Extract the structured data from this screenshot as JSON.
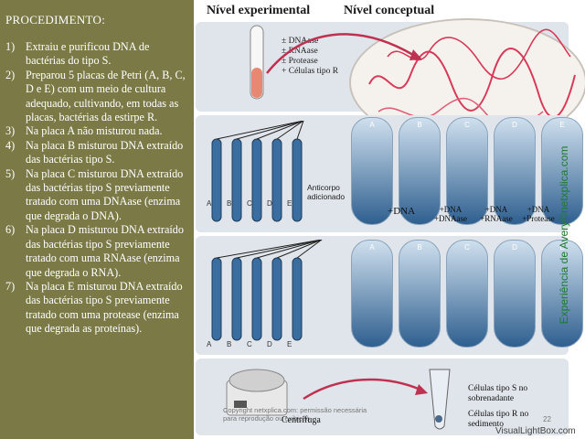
{
  "procedure": {
    "title": "PROCEDIMENTO:",
    "steps": [
      {
        "num": "1)",
        "text": "Extraiu e purificou DNA de bactérias do tipo S."
      },
      {
        "num": "2)",
        "text": "Preparou 5 placas de Petri (A, B, C, D e E) com um meio de cultura adequado, cultivando, em todas as placas, bactérias da estirpe R."
      },
      {
        "num": "3)",
        "text": "Na placa A não misturou nada."
      },
      {
        "num": "4)",
        "text": "Na placa B misturou DNA extraído das bactérias tipo S."
      },
      {
        "num": "5)",
        "text": "Na placa C misturou DNA extraído das bactérias tipo S previamente tratado com uma DNAase (enzima que degrada o DNA)."
      },
      {
        "num": "6)",
        "text": "Na placa D misturou DNA extraído das bactérias tipo S previamente tratado com uma RNAase (enzima que degrada o RNA)."
      },
      {
        "num": "7)",
        "text": "Na placa E misturou DNA extraído das bactérias tipo S previamente tratado com uma protease (enzima que degrada as proteínas)."
      }
    ]
  },
  "figure": {
    "header_experimental": "Nível experimental",
    "header_conceptual": "Nível conceptual",
    "enzymes": [
      "± DNAase",
      "± RNAase",
      "± Protease",
      "+ Células tipo R"
    ],
    "side_label": "Experiência de Avery©netxplica.com",
    "antibody_label": "Anticorpo adicionado",
    "tube_letters": [
      "A",
      "B",
      "C",
      "D",
      "E"
    ],
    "plate_letters": [
      "A",
      "B",
      "C",
      "D",
      "E"
    ],
    "conditions": {
      "b": "+DNA",
      "c1": "+DNA",
      "c2": "+DNAase",
      "d1": "+DNA",
      "d2": "+RNAase",
      "e1": "+DNA",
      "e2": "+Protease"
    },
    "centrifuge_label": "Centrífuga",
    "supernatant_label": "Células tipo S no sobrenadante",
    "sediment_label": "Células tipo R no sedimento",
    "copyright": "Copyright netxplica.com: permissão necessária para reprodução ou exibição.",
    "page_number": "22"
  },
  "watermark": "VisualLightBox.com",
  "colors": {
    "left_panel": "#7b7a47",
    "panel_bg": "#dfe5ea",
    "side_label": "#1e7a2e"
  }
}
